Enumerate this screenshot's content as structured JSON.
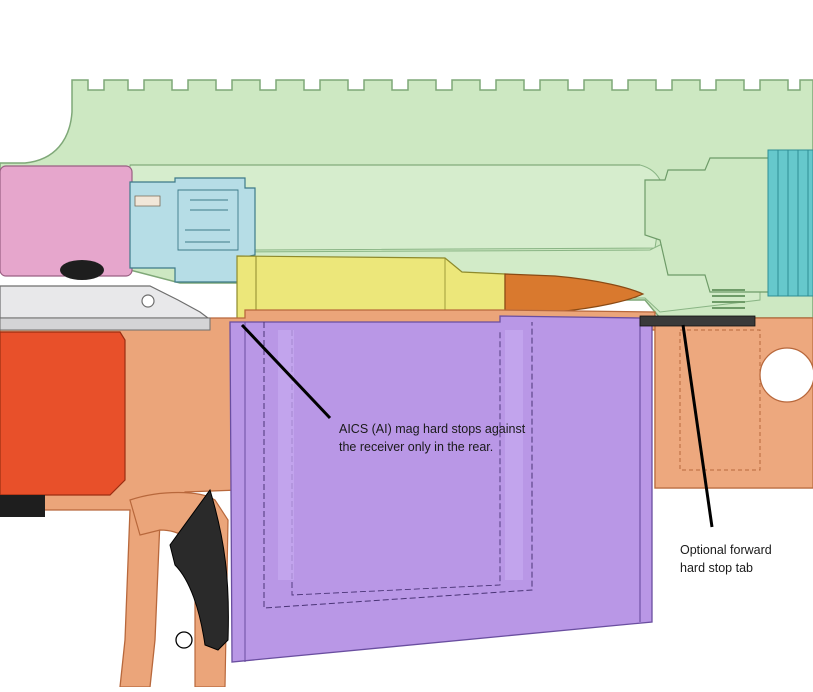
{
  "callouts": {
    "aics_line1": "AICS (AI) mag hard stops against",
    "aics_line2": "the receiver only in the rear.",
    "forward_line1": "Optional forward",
    "forward_line2": "hard stop tab"
  },
  "colors": {
    "receiver_green": "#cde8c2",
    "receiver_outline": "#7fa878",
    "chassis_orange": "#eba57a",
    "chassis_outline": "#b8683c",
    "trigger_red": "#e8502a",
    "bolt_pink": "#e6a6cc",
    "bolt_blue": "#b6dde6",
    "cartridge_brass": "#ece77a",
    "bullet_copper": "#d9792e",
    "magazine_purple": "#b997e6",
    "magazine_outline": "#6a4ea0",
    "stop_tab_dark": "#3a3a3a",
    "thread_teal": "#5cc6cc",
    "leader_line": "#000000"
  }
}
